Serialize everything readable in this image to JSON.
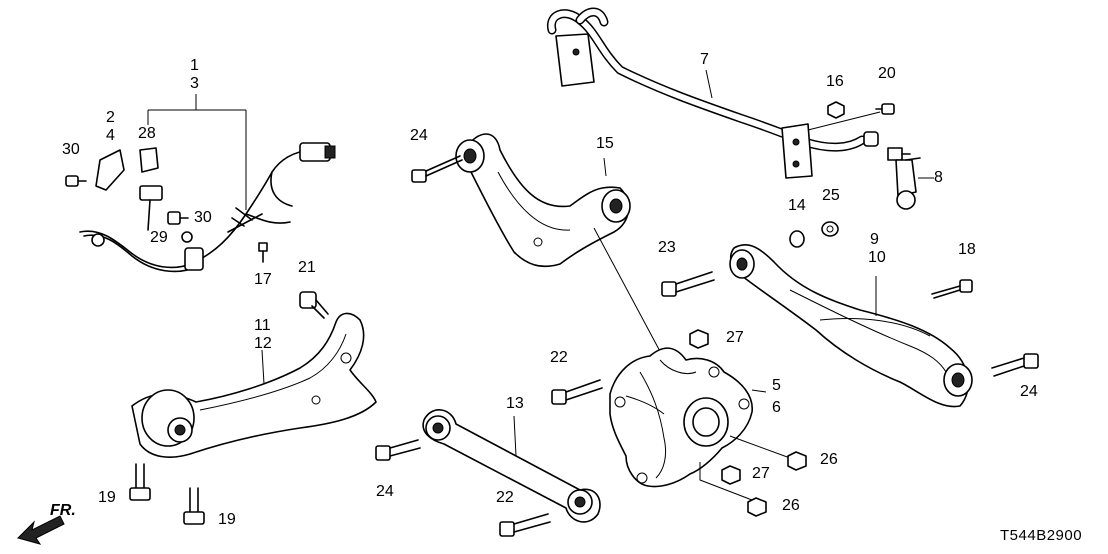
{
  "callouts": {
    "c1": "1",
    "c3": "3",
    "c2": "2",
    "c4": "4",
    "c28": "28",
    "c30a": "30",
    "c30b": "30",
    "c29": "29",
    "c17": "17",
    "c24a": "24",
    "c15": "15",
    "c7": "7",
    "c16": "16",
    "c20": "20",
    "c8": "8",
    "c14": "14",
    "c25": "25",
    "c9": "9",
    "c10": "10",
    "c18": "18",
    "c23": "23",
    "c21": "21",
    "c11": "11",
    "c12": "12",
    "c27a": "27",
    "c22a": "22",
    "c5": "5",
    "c6": "6",
    "c13": "13",
    "c24b": "24",
    "c24c": "24",
    "c26a": "26",
    "c27b": "27",
    "c26b": "26",
    "c19a": "19",
    "c19b": "19",
    "c22b": "22"
  },
  "direction_label": "FR.",
  "diagram_code": "T544B2900"
}
